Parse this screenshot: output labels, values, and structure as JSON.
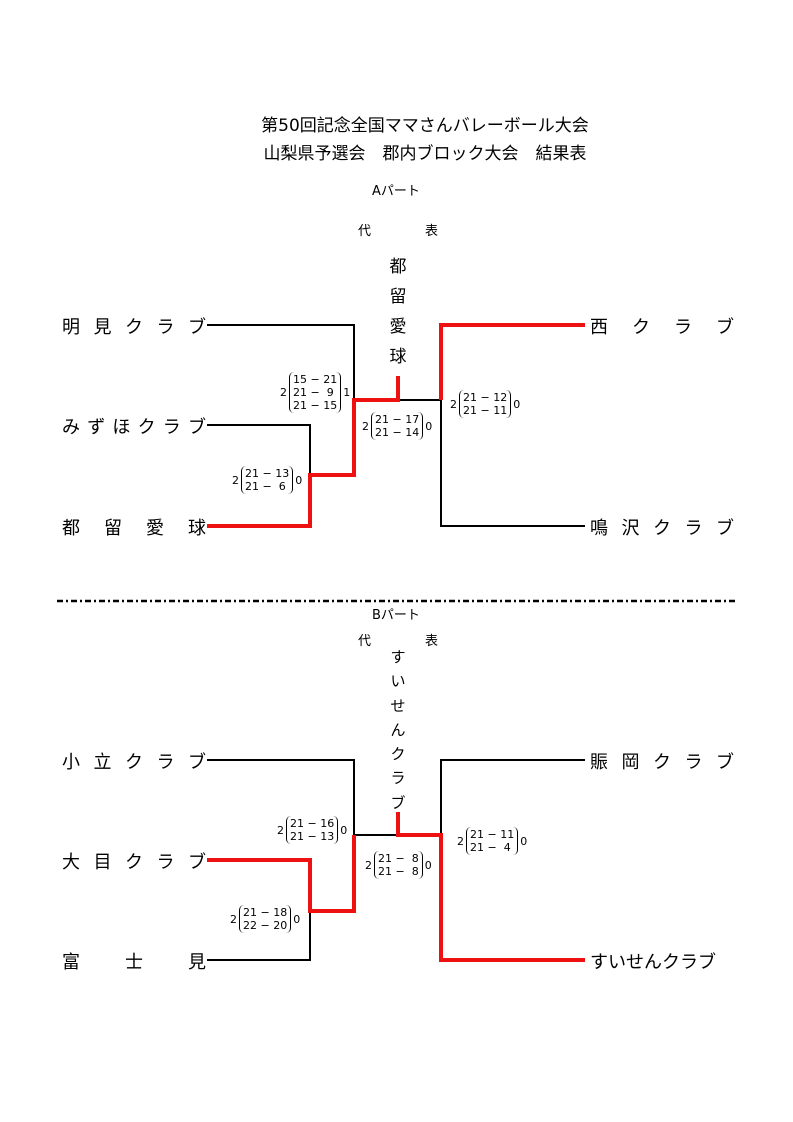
{
  "title_line1": "第50回記念全国ママさんバレーボール大会",
  "title_line2": "山梨県予選会　郡内ブロック大会　結果表",
  "part_a": {
    "label": "Aパート",
    "rep_label_1": "代",
    "rep_label_2": "表",
    "representative": [
      "都",
      "留",
      "愛",
      "球"
    ],
    "teams": {
      "left_top": "明見クラブ",
      "left_mid": "みずほクラブ",
      "left_bottom": "都留愛球",
      "right_top": "西クラブ",
      "right_bottom": "鳴沢クラブ"
    },
    "scores": [
      {
        "id": "a1",
        "left": "2",
        "sets": [
          "21 − 13",
          "21 −  6"
        ],
        "right": "0"
      },
      {
        "id": "a2",
        "left": "2",
        "sets": [
          "15 − 21",
          "21 −  9",
          "21 − 15"
        ],
        "right": "1"
      },
      {
        "id": "a3",
        "left": "2",
        "sets": [
          "21 − 12",
          "21 − 11"
        ],
        "right": "0"
      },
      {
        "id": "a4",
        "left": "2",
        "sets": [
          "21 − 17",
          "21 − 14"
        ],
        "right": "0"
      }
    ]
  },
  "part_b": {
    "label": "Bパート",
    "rep_label_1": "代",
    "rep_label_2": "表",
    "representative": [
      "す",
      "い",
      "せ",
      "ん",
      "ク",
      "ラ",
      "ブ"
    ],
    "teams": {
      "left_top": "小立クラブ",
      "left_mid": "大目クラブ",
      "left_bottom": "富士見",
      "right_top": "賑岡クラブ",
      "right_bottom": "すいせんクラブ"
    },
    "scores": [
      {
        "id": "b1",
        "left": "2",
        "sets": [
          "21 − 18",
          "22 − 20"
        ],
        "right": "0"
      },
      {
        "id": "b2",
        "left": "2",
        "sets": [
          "21 − 16",
          "21 − 13"
        ],
        "right": "0"
      },
      {
        "id": "b3",
        "left": "2",
        "sets": [
          "21 − 11",
          "21 −  4"
        ],
        "right": "0"
      },
      {
        "id": "b4",
        "left": "2",
        "sets": [
          "21 −  8",
          "21 −  8"
        ],
        "right": "0"
      }
    ]
  },
  "colors": {
    "winner_line": "#ee1111",
    "line": "#000000"
  }
}
